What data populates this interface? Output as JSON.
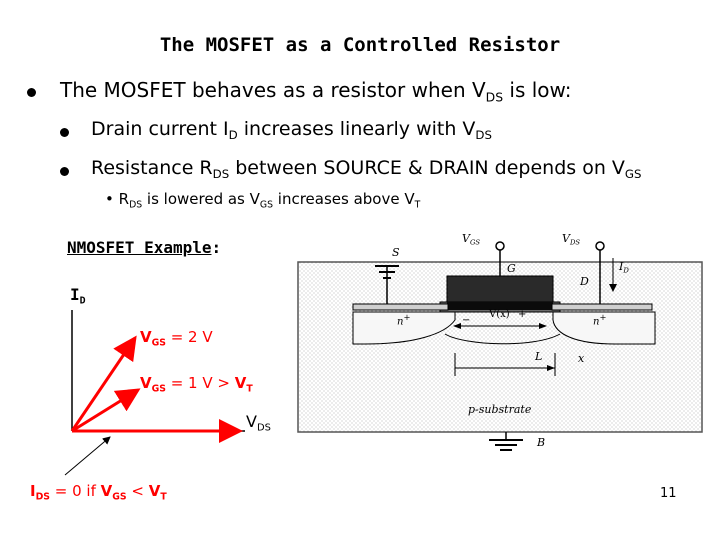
{
  "slide": {
    "title": "The MOSFET as a Controlled Resistor",
    "page_number": "11",
    "main_bullet": {
      "pre": "The MOSFET behaves as a resistor when V",
      "sub": "DS",
      "post": " is low:"
    },
    "sub_bullets": [
      {
        "a": "Drain current I",
        "a_sub": "D",
        "b": " increases linearly with V",
        "b_sub": "DS"
      },
      {
        "a": "Resistance R",
        "a_sub": "DS",
        "b": " between SOURCE & DRAIN depends on V",
        "b_sub": "GS"
      }
    ],
    "sub_sub_bullet": {
      "marker": "•",
      "a": "R",
      "a_sub": "DS",
      "b": " is lowered as V",
      "b_sub": "GS",
      "c": " increases above V",
      "c_sub": "T"
    }
  },
  "example": {
    "title_underlined": "NMOSFET Example",
    "title_colon": ":",
    "y_axis": {
      "main": "I",
      "sub": "D"
    },
    "x_axis": {
      "main": "V",
      "sub": "DS"
    },
    "vgs2": {
      "main": "V",
      "sub": "GS",
      "rest": " = 2 V"
    },
    "vgs1": {
      "main": "V",
      "sub": "GS",
      "rest": " = 1 V > ",
      "vt": "V",
      "vt_sub": "T"
    },
    "ids0": {
      "a": "I",
      "a_sub": "DS",
      "b": " = 0 if ",
      "c": "V",
      "c_sub": "GS",
      "d": " < ",
      "e": "V",
      "e_sub": "T"
    },
    "colors": {
      "accent": "#ff0000",
      "arrow": "#ff0000"
    }
  },
  "diagram": {
    "labels": {
      "vgs": "V",
      "vgs_sub": "GS",
      "vds": "V",
      "vds_sub": "DS",
      "s": "S",
      "g": "G",
      "d": "D",
      "id": "I",
      "id_sub": "D",
      "nplus_left": "n",
      "nplus_right": "n",
      "plus": "+",
      "vx": "V(x)",
      "plus2": "+",
      "minus": "−",
      "l": "L",
      "x": "x",
      "substrate": "p-substrate",
      "b": "B"
    }
  }
}
